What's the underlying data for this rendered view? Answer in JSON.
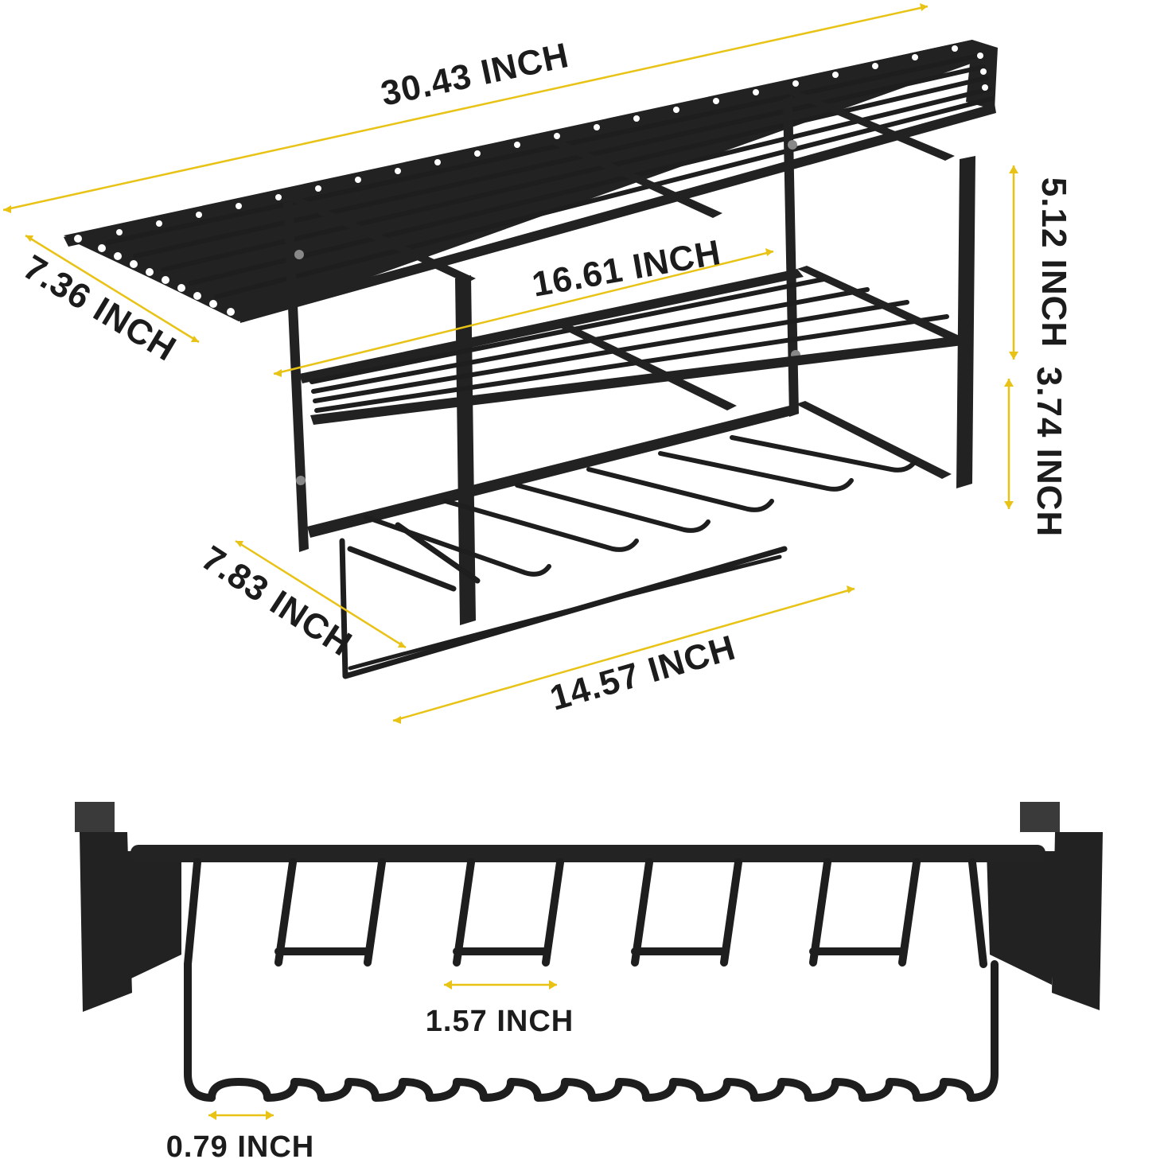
{
  "colors": {
    "dimension_line": "#e8c316",
    "rack_metal": "#1e1e1e",
    "background": "#ffffff",
    "label_text": "#1c1c1c"
  },
  "dimensions": {
    "total_length": "30.43 INCH",
    "top_depth": "7.36 INCH",
    "inner_width": "16.61 INCH",
    "upper_height": "5.12 INCH",
    "lower_height": "3.74 INCH",
    "hanger_depth": "7.83 INCH",
    "hanger_length": "14.57 INCH",
    "slot_width": "1.57 INCH",
    "notch_width": "0.79 INCH"
  }
}
